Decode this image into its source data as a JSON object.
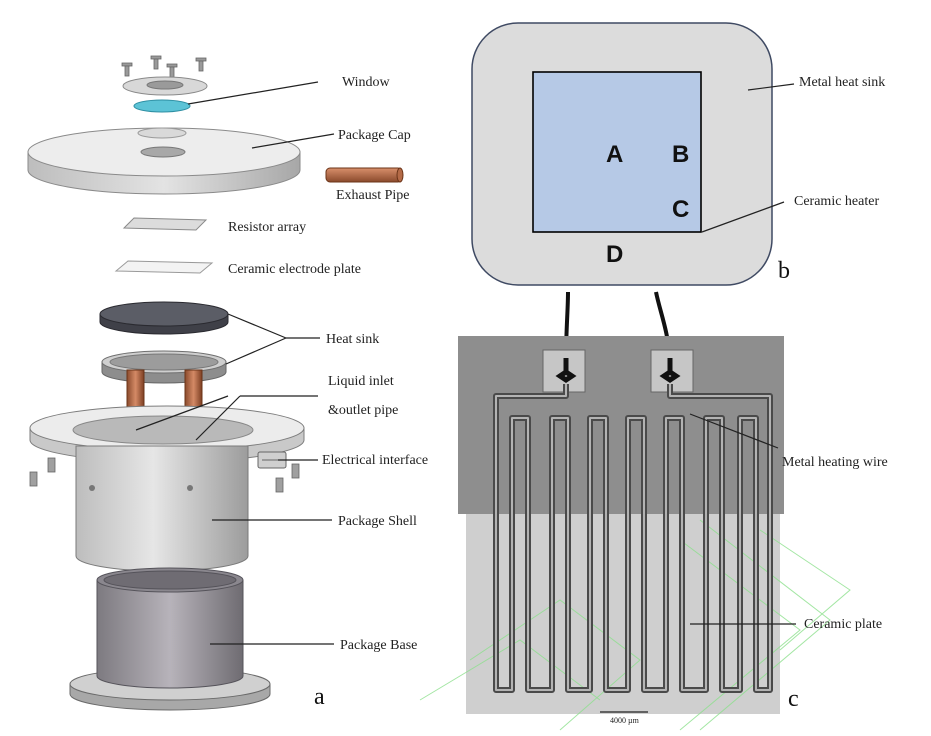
{
  "panel_a": {
    "label": "a",
    "labels": {
      "window": "Window",
      "package_cap": "Package Cap",
      "exhaust_pipe": "Exhaust Pipe",
      "resistor_array": "Resistor array",
      "ceramic_electrode_plate": "Ceramic electrode plate",
      "heat_sink": "Heat sink",
      "liquid_inlet_1": "Liquid inlet",
      "liquid_inlet_2": "&outlet pipe",
      "electrical_interface": "Electrical interface",
      "package_shell": "Package Shell",
      "package_base": "Package Base"
    }
  },
  "panel_b": {
    "label": "b",
    "metal_heat_sink": "Metal heat sink",
    "ceramic_heater": "Ceramic heater",
    "points": {
      "a": "A",
      "b": "B",
      "c": "C",
      "d": "D"
    },
    "colors": {
      "heat_sink": "#dcdcdc",
      "heater": "#b6c9e6"
    }
  },
  "panel_c": {
    "label": "c",
    "metal_heating_wire": "Metal heating wire",
    "ceramic_plate": "Ceramic plate",
    "scale_bar": "4000 µm"
  }
}
